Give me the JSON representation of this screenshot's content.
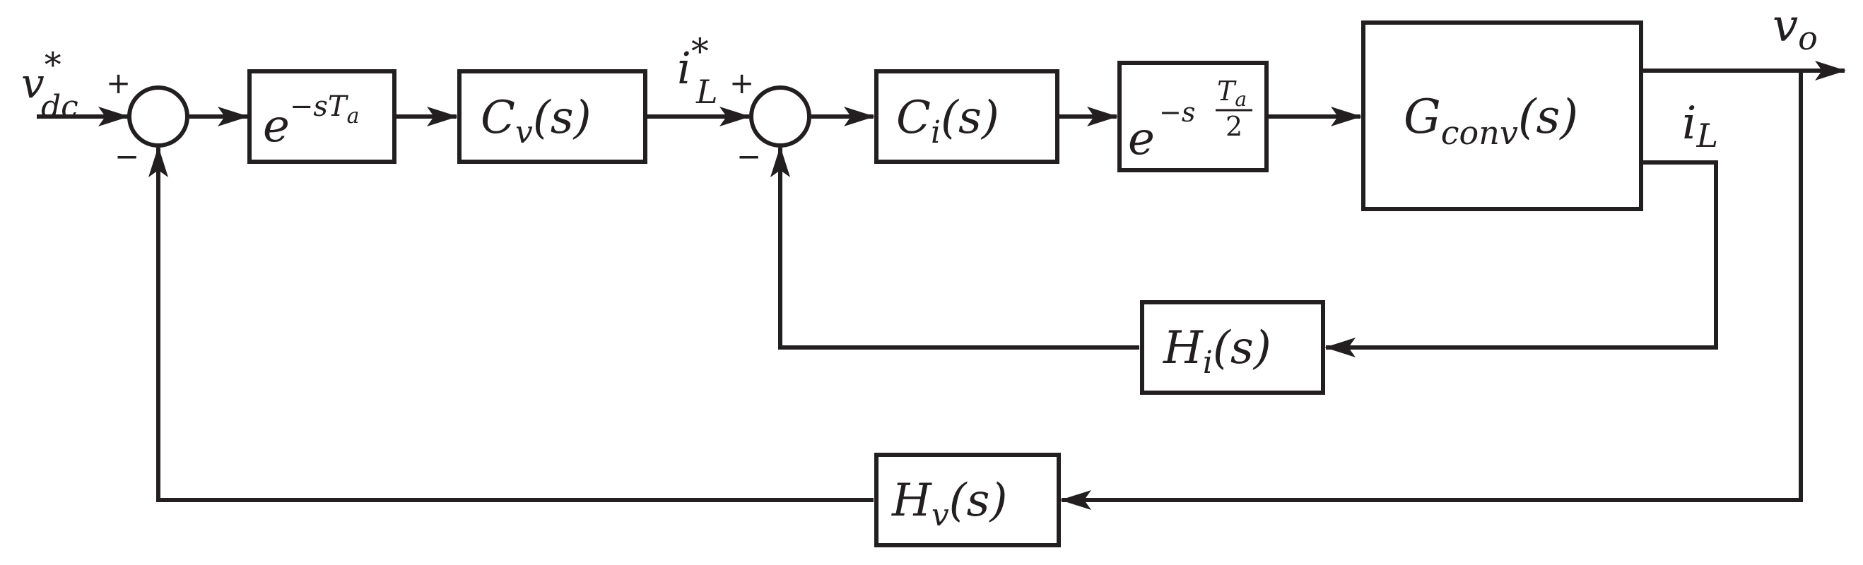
{
  "inputs": {
    "vdc_ref": {
      "base": "v",
      "sup": "*",
      "sub": "dc"
    },
    "il_ref": {
      "base": "i",
      "sup": "*",
      "sub": "L"
    }
  },
  "signs": {
    "plus": "+",
    "minus": "−"
  },
  "blocks": {
    "delay_ta": {
      "base": "e",
      "exp_sign": "−",
      "exp_s": "s",
      "exp_T": "T",
      "exp_sub": "a"
    },
    "cv": {
      "name": "C",
      "sub": "v",
      "arg": "(s)"
    },
    "ci": {
      "name": "C",
      "sub": "i",
      "arg": "(s)"
    },
    "delay_half": {
      "base": "e",
      "exp_sign": "−",
      "exp_s": "s",
      "frac_num": "T",
      "frac_num_sub": "a",
      "frac_den": "2"
    },
    "gconv": {
      "name": "G",
      "sub": "conv",
      "arg": "(s)"
    },
    "hi": {
      "name": "H",
      "sub": "i",
      "arg": "(s)"
    },
    "hv": {
      "name": "H",
      "sub": "v",
      "arg": "(s)"
    }
  },
  "outputs": {
    "vo": {
      "base": "v",
      "sub": "o"
    },
    "il": {
      "base": "i",
      "sub": "L"
    }
  }
}
